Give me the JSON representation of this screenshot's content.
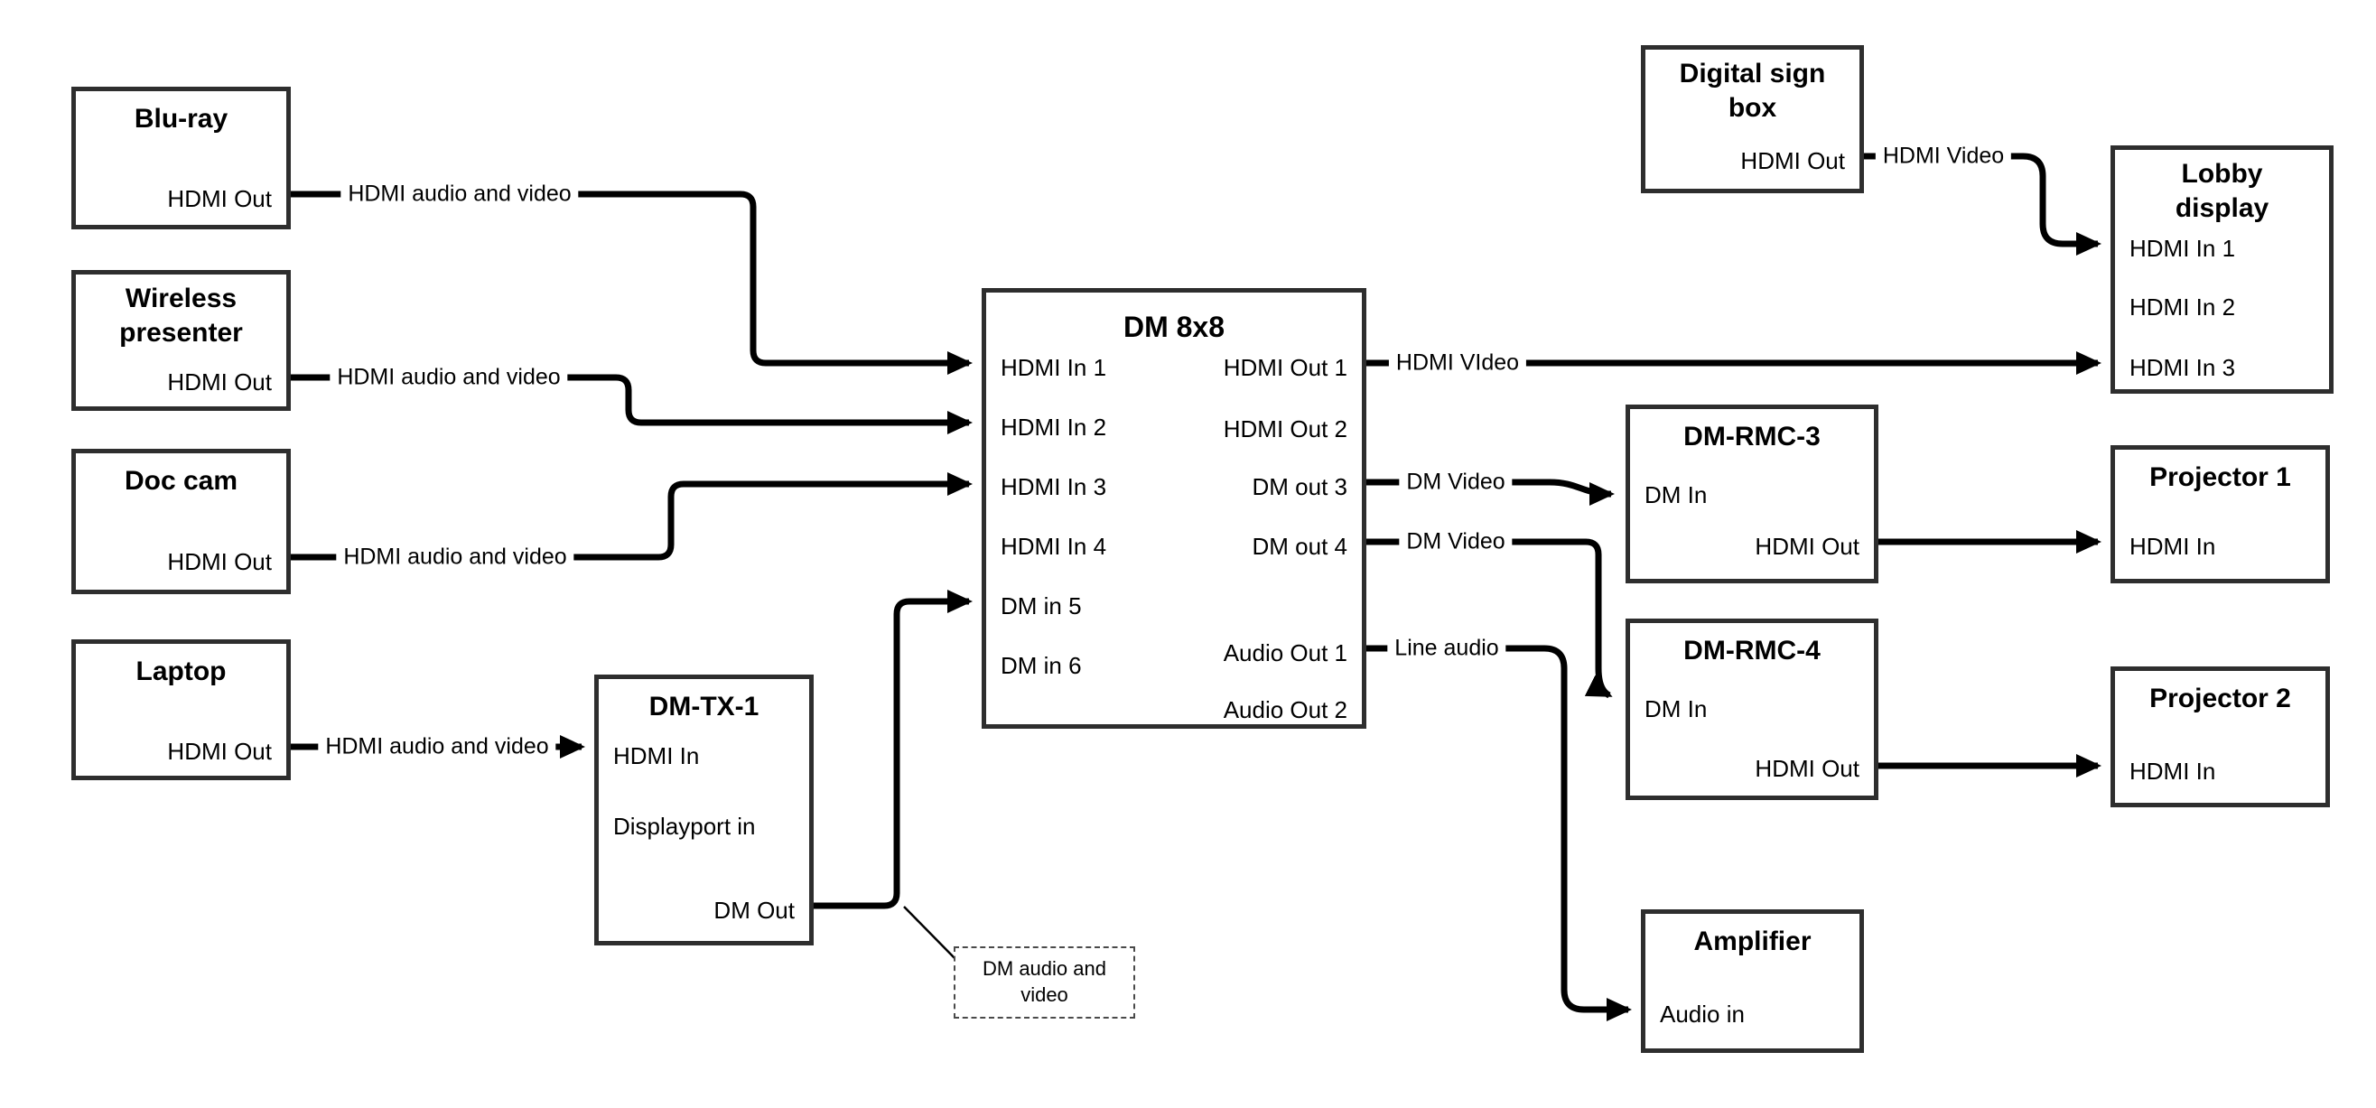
{
  "diagram": {
    "nodes": {
      "bluray": {
        "title": "Blu-ray",
        "port_out": "HDMI Out"
      },
      "wireless": {
        "title": "Wireless presenter",
        "port_out": "HDMI Out"
      },
      "doccam": {
        "title": "Doc cam",
        "port_out": "HDMI Out"
      },
      "laptop": {
        "title": "Laptop",
        "port_out": "HDMI Out"
      },
      "dmtx1": {
        "title": "DM-TX-1",
        "ports": {
          "hdmi_in": "HDMI In",
          "dp_in": "Displayport in",
          "dm_out": "DM Out"
        }
      },
      "dm8x8": {
        "title": "DM 8x8",
        "inputs": [
          "HDMI In 1",
          "HDMI In 2",
          "HDMI In 3",
          "HDMI In 4",
          "DM in 5",
          "DM in 6"
        ],
        "outputs": [
          "HDMI Out 1",
          "HDMI Out 2",
          "DM out 3",
          "DM out 4",
          "Audio Out 1",
          "Audio Out 2"
        ]
      },
      "signbox": {
        "title": "Digital sign box",
        "port_out": "HDMI Out"
      },
      "lobby": {
        "title": "Lobby display",
        "inputs": [
          "HDMI In 1",
          "HDMI In 2",
          "HDMI In 3"
        ]
      },
      "rmc3": {
        "title": "DM-RMC-3",
        "port_in": "DM In",
        "port_out": "HDMI Out"
      },
      "proj1": {
        "title": "Projector 1",
        "port_in": "HDMI In"
      },
      "rmc4": {
        "title": "DM-RMC-4",
        "port_in": "DM In",
        "port_out": "HDMI Out"
      },
      "proj2": {
        "title": "Projector 2",
        "port_in": "HDMI In"
      },
      "amp": {
        "title": "Amplifier",
        "port_in": "Audio in"
      },
      "callout": {
        "text": "DM audio and video"
      }
    },
    "edge_labels": {
      "bluray_line": "HDMI audio and video",
      "wireless_line": "HDMI audio and video",
      "doccam_line": "HDMI audio and video",
      "laptop_line": "HDMI audio and video",
      "hdmi_out1_line": "HDMI VIdeo",
      "dm_out3_line": "DM Video",
      "dm_out4_line": "DM Video",
      "audio_out1_line": "Line audio",
      "signbox_line": "HDMI Video"
    },
    "colors": {
      "wire": "#000000",
      "box_border": "#2e2e2e",
      "background": "#ffffff"
    }
  }
}
